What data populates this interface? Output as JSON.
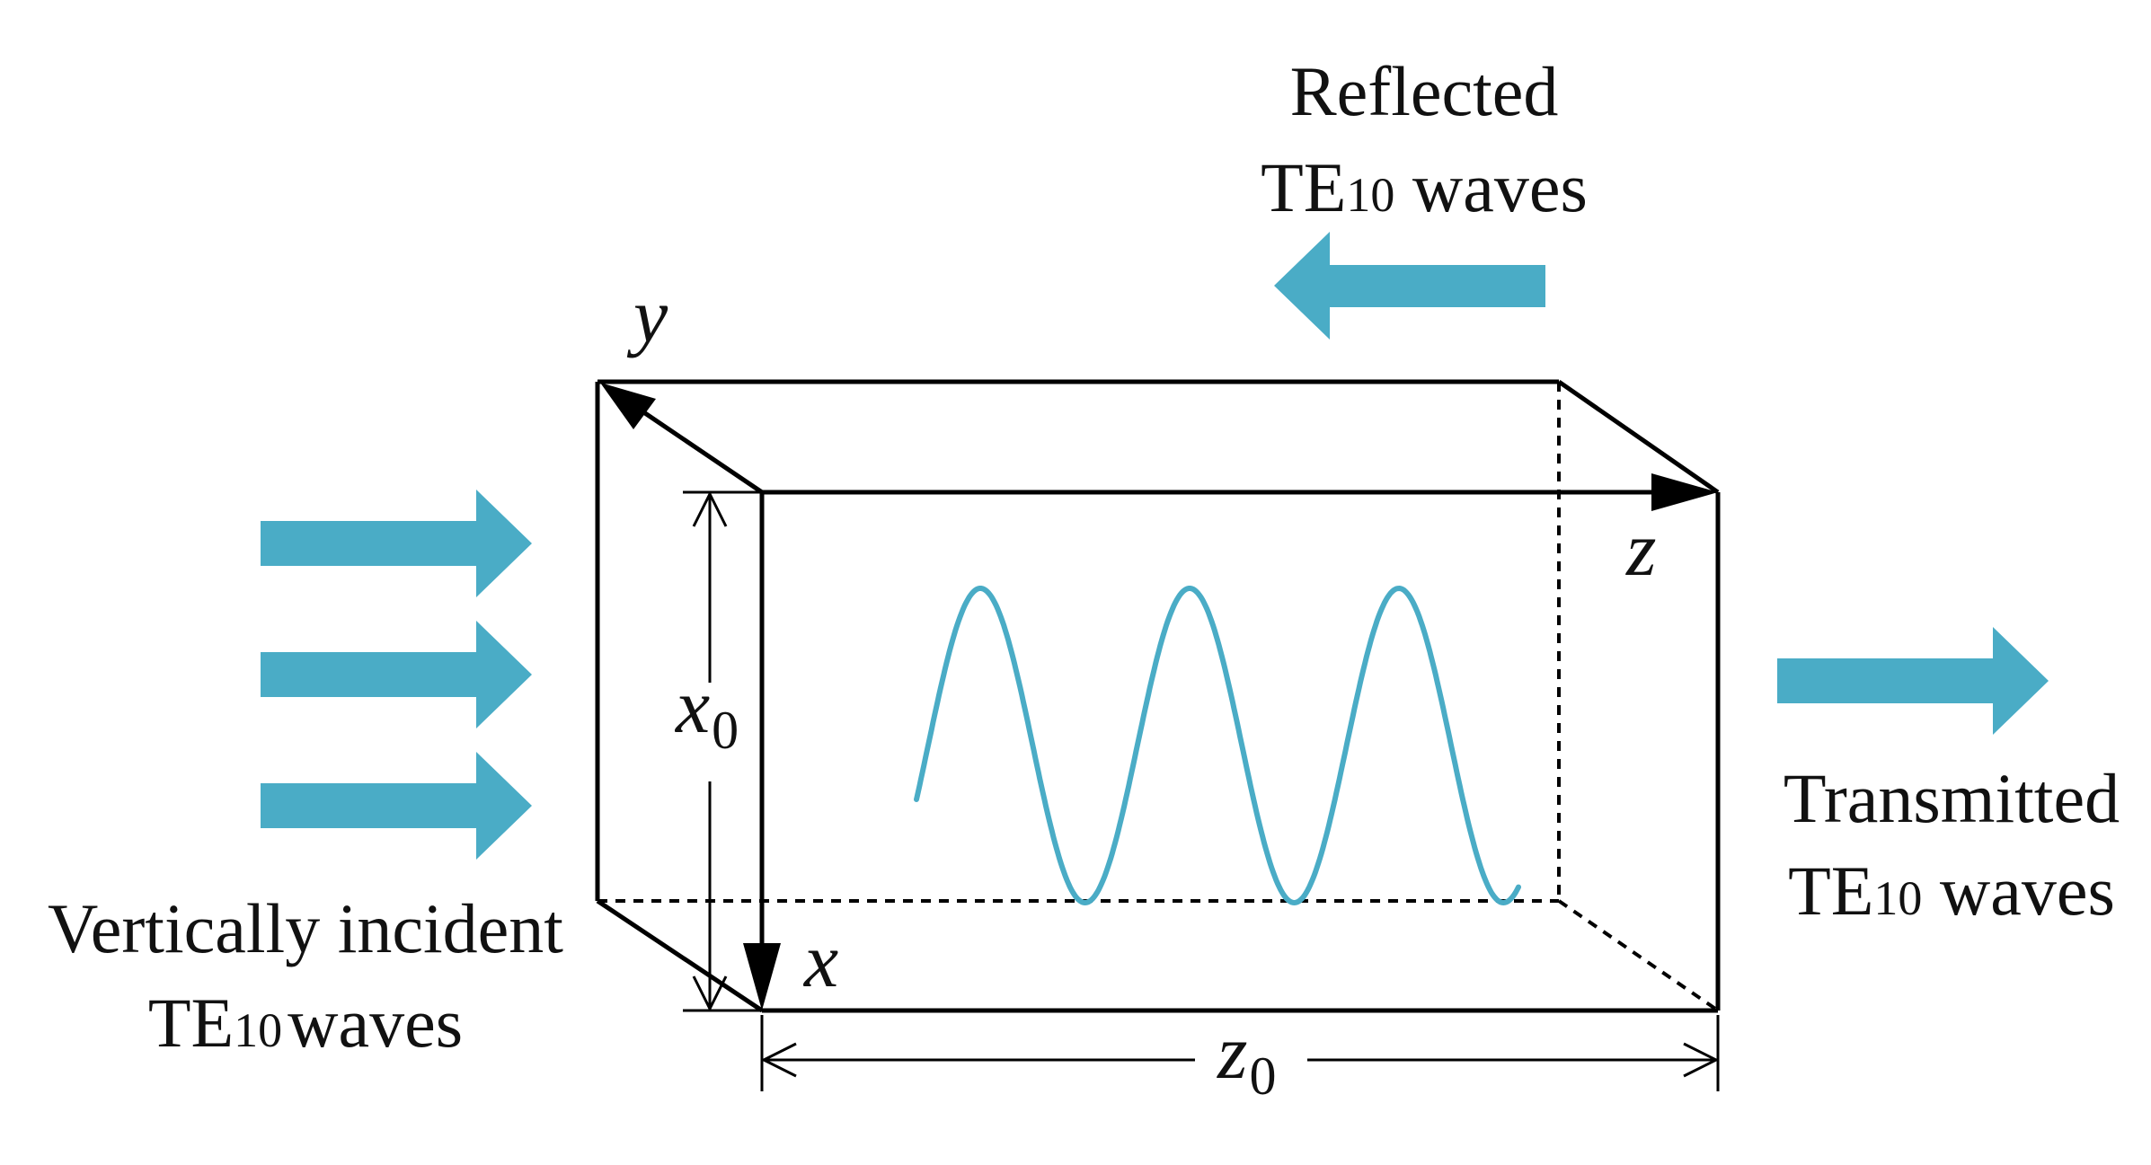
{
  "colors": {
    "arrow": "#4AACC6",
    "wave": "#4AACC6",
    "line": "#000000"
  },
  "labels": {
    "reflected_line1": "Reflected",
    "reflected_te": "TE",
    "reflected_sub": "10",
    "reflected_waves": " waves",
    "transmitted_line1": "Transmitted",
    "transmitted_te": "TE",
    "transmitted_sub": "10",
    "transmitted_waves": " waves",
    "incident_line1": "Vertically incident",
    "incident_te": "TE",
    "incident_sub": "10",
    "incident_waves": "waves"
  },
  "axes": {
    "y": "y",
    "z": "z",
    "x": "x",
    "x0_var": "x",
    "x0_sub": "0",
    "z0_var": "z",
    "z0_sub": "0"
  },
  "wave": {
    "cycles": 3
  }
}
